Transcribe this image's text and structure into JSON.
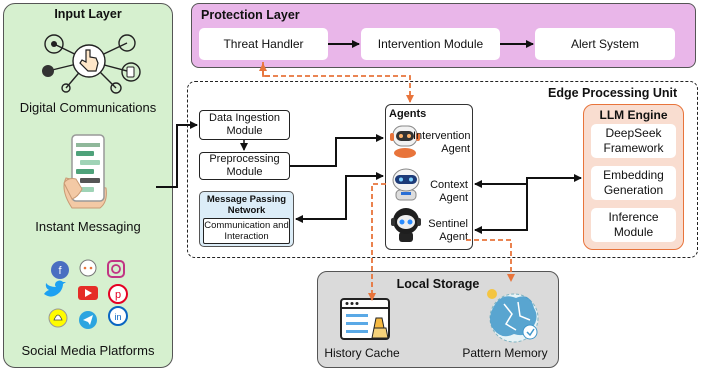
{
  "input_layer": {
    "title": "Input Layer",
    "sources": [
      "Digital Communications",
      "Instant Messaging",
      "Social Media Platforms"
    ]
  },
  "protection_layer": {
    "title": "Protection Layer",
    "modules": [
      "Threat Handler",
      "Intervention Module",
      "Alert System"
    ]
  },
  "edge_unit": {
    "title": "Edge Processing Unit",
    "data_ingestion": "Data Ingestion Module",
    "preprocessing": "Preprocessing Module",
    "message_passing": {
      "title": "Message Passing Network",
      "sub": "Communication and Interaction"
    }
  },
  "agents": {
    "title": "Agents",
    "items": [
      "Intervention Agent",
      "Context Agent",
      "Sentinel Agent"
    ]
  },
  "llm_engine": {
    "title": "LLM Engine",
    "modules": [
      "DeepSeek Framework",
      "Embedding Generation",
      "Inference Module"
    ]
  },
  "local_storage": {
    "title": "Local Storage",
    "items": [
      "History Cache",
      "Pattern Memory"
    ]
  },
  "colors": {
    "input_bg": "#d6f0cf",
    "protection_bg": "#e9b6e9",
    "llm_bg": "#f9ddd0",
    "storage_bg": "#dadada",
    "message_bg": "#dcedf8",
    "orange": "#e8743b"
  }
}
